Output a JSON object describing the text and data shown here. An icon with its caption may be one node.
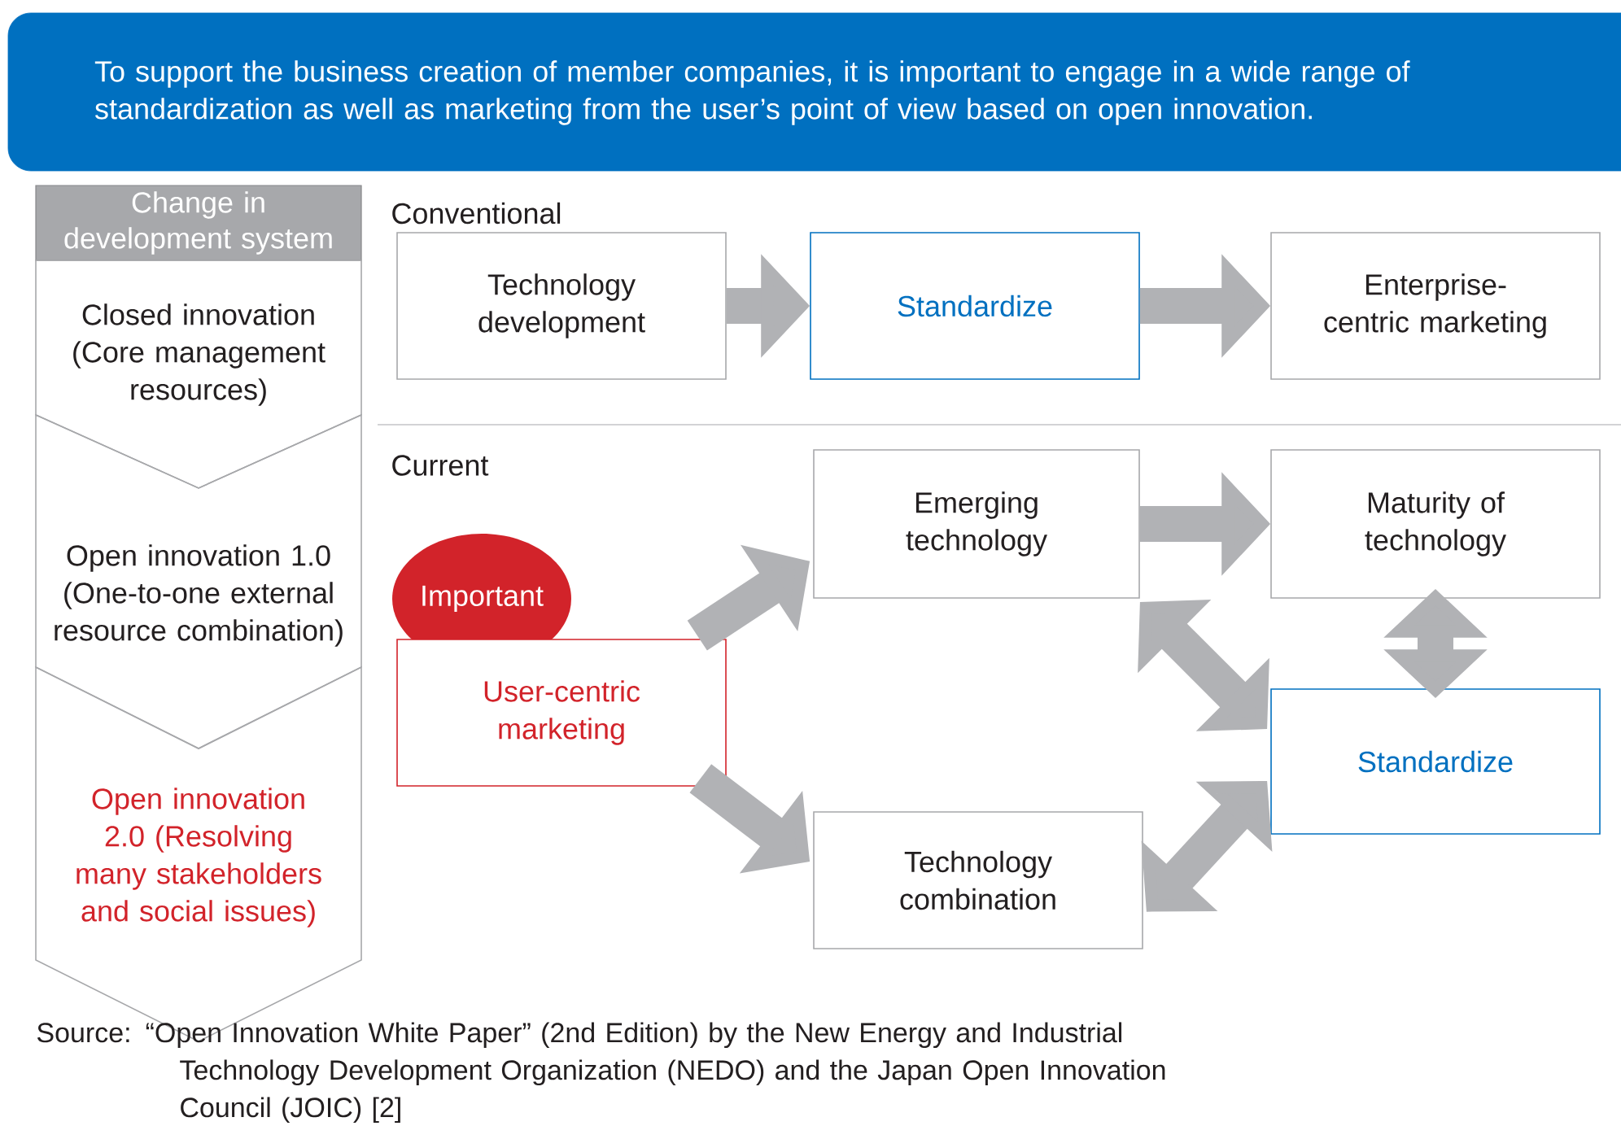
{
  "diagram": {
    "nodes": [
      {
        "text": [
          "To support the business creation of member companies, it is important to engage in a wide range of standardization as well as marketing from the user’s point of view based on open innovation."
        ]
      },
      {
        "text": [
          "Change in development system"
        ]
      },
      {
        "text": [
          "Closed innovation (Core management resources)"
        ]
      },
      {
        "text": [
          "Open innovation 1.0 (One-to-one external resource combination)"
        ]
      },
      {
        "text": [
          "Open innovation 2.0 (Resolving many stakeholders and social issues)"
        ]
      },
      {
        "text": [
          "Technology development"
        ]
      },
      {
        "text": [
          "Standardize"
        ]
      },
      {
        "text": [
          "Enterprise-centric marketing"
        ]
      },
      {
        "text": [
          "Important"
        ]
      },
      {
        "text": [
          "User-centric marketing"
        ]
      },
      {
        "text": [
          "Emerging technology"
        ]
      },
      {
        "text": [
          "Maturity of technology"
        ]
      },
      {
        "text": [
          "Standardize"
        ]
      },
      {
        "text": [
          "Technology combination"
        ]
      }
    ],
    "edges": [
      {
        "from": 5,
        "to": 6,
        "arrow": "to"
      },
      {
        "from": 6,
        "to": 7,
        "arrow": "to"
      },
      {
        "from": 9,
        "to": 10,
        "arrow": "to"
      },
      {
        "from": 9,
        "to": 13,
        "arrow": "to"
      },
      {
        "from": 10,
        "to": 11,
        "arrow": "to"
      },
      {
        "from": 11,
        "to": 12,
        "arrow": "both"
      },
      {
        "from": 10,
        "to": 12,
        "arrow": "both"
      },
      {
        "from": 13,
        "to": 12,
        "arrow": "both"
      }
    ],
    "labels": [
      "Conventional",
      "Current",
      "Source: “Open Innovation White Paper” (2nd Edition) by the New Energy and Industrial Technology Development Organization (NEDO) and the Japan Open Innovation Council (JOIC) [2]"
    ]
  }
}
